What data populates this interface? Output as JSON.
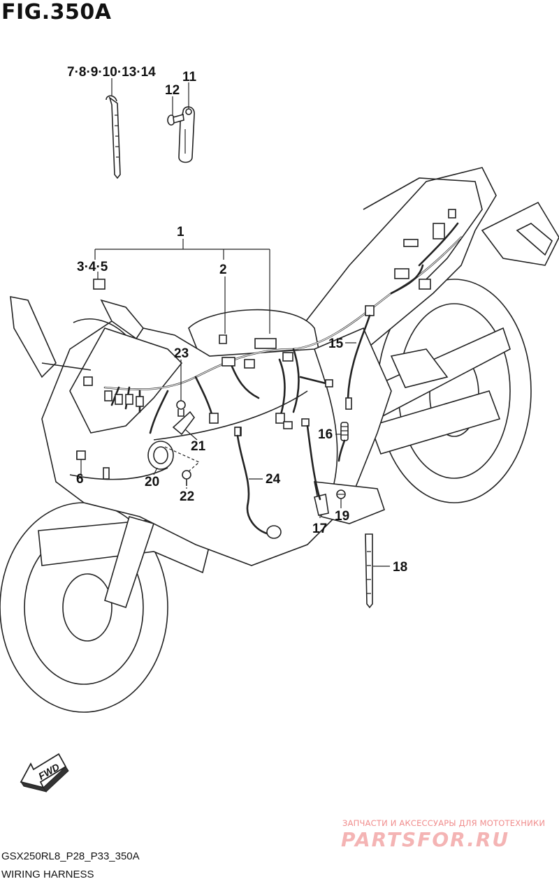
{
  "figure": {
    "title": "FIG.350A"
  },
  "callouts": {
    "c1": "1",
    "c2": "2",
    "c345": "3·4·5",
    "c6": "6",
    "c7to14": "7·8·9·10·13·14",
    "c11": "11",
    "c12": "12",
    "c15": "15",
    "c16": "16",
    "c17": "17",
    "c18": "18",
    "c19": "19",
    "c20": "20",
    "c21": "21",
    "c22": "22",
    "c23": "23",
    "c24": "24"
  },
  "fwd_label": "FWD",
  "footer": {
    "model_code": "GSX250RL8_P28_P33_350A",
    "section": "WIRING HARNESS"
  },
  "watermark": {
    "tagline": "ЗАПЧАСТИ И АКСЕССУАРЫ ДЛЯ МОТОТЕХНИКИ",
    "logo": "PARTSFOR.RU"
  }
}
